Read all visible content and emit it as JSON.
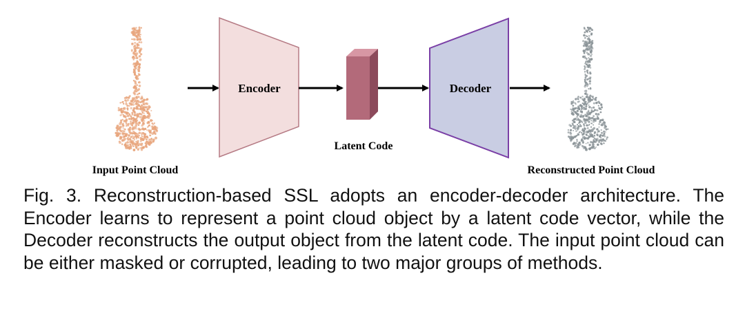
{
  "diagram": {
    "encoder_label": "Encoder",
    "decoder_label": "Decoder",
    "latent_label": "Latent Code",
    "input_label": "Input Point Cloud",
    "output_label": "Reconstructed Point Cloud",
    "colors": {
      "input_points": "#e8a67e",
      "output_points": "#8b9498",
      "encoder_fill": "#f3dede",
      "encoder_stroke": "#b57a84",
      "decoder_fill": "#c9cde3",
      "decoder_stroke": "#7a3fa6",
      "latent_front": "#b36a7a",
      "latent_top": "#d797a4",
      "latent_side": "#8c4a5b",
      "arrow": "#000000"
    }
  },
  "caption": {
    "text": "Fig. 3. Reconstruction-based SSL adopts an encoder-decoder architecture. The Encoder learns to represent a point cloud object by a latent code vector, while the Decoder reconstructs the output object from the latent code. The input point cloud can be either masked or corrupted, leading to two major groups of methods."
  }
}
